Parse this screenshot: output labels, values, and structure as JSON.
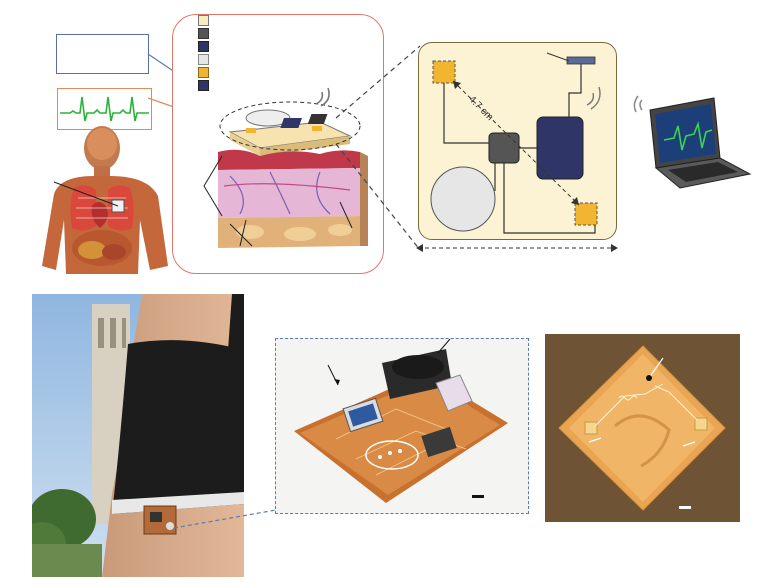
{
  "figure": {
    "background": "#ffffff",
    "colors": {
      "skin_panel_border": "#e0766b",
      "circuit_panel_fill": "#fbf3d4",
      "circuit_panel_border": "#7a6a3a",
      "pad_gold": "#f2b531",
      "ic_dark": "#555555",
      "ic_navy": "#2f3566",
      "ecg_green": "#2db33a",
      "connector_blue": "#5a7bb4",
      "flex_copper": "#c8702e"
    },
    "legend_swatch_colors": [
      "#f7edbe",
      "#555555",
      "#2f3566",
      "#e6e6e6",
      "#f2b531",
      "#2f3566"
    ],
    "dimension_label": "4.7 cm",
    "icons": [
      "wireless-signal-icon",
      "laptop-icon",
      "ecg-waveform-icon",
      "human-torso-icon"
    ],
    "photos": [
      "bra-worn-device-photo",
      "flexible-circuit-photo",
      "stretchable-electrode-photo"
    ]
  }
}
